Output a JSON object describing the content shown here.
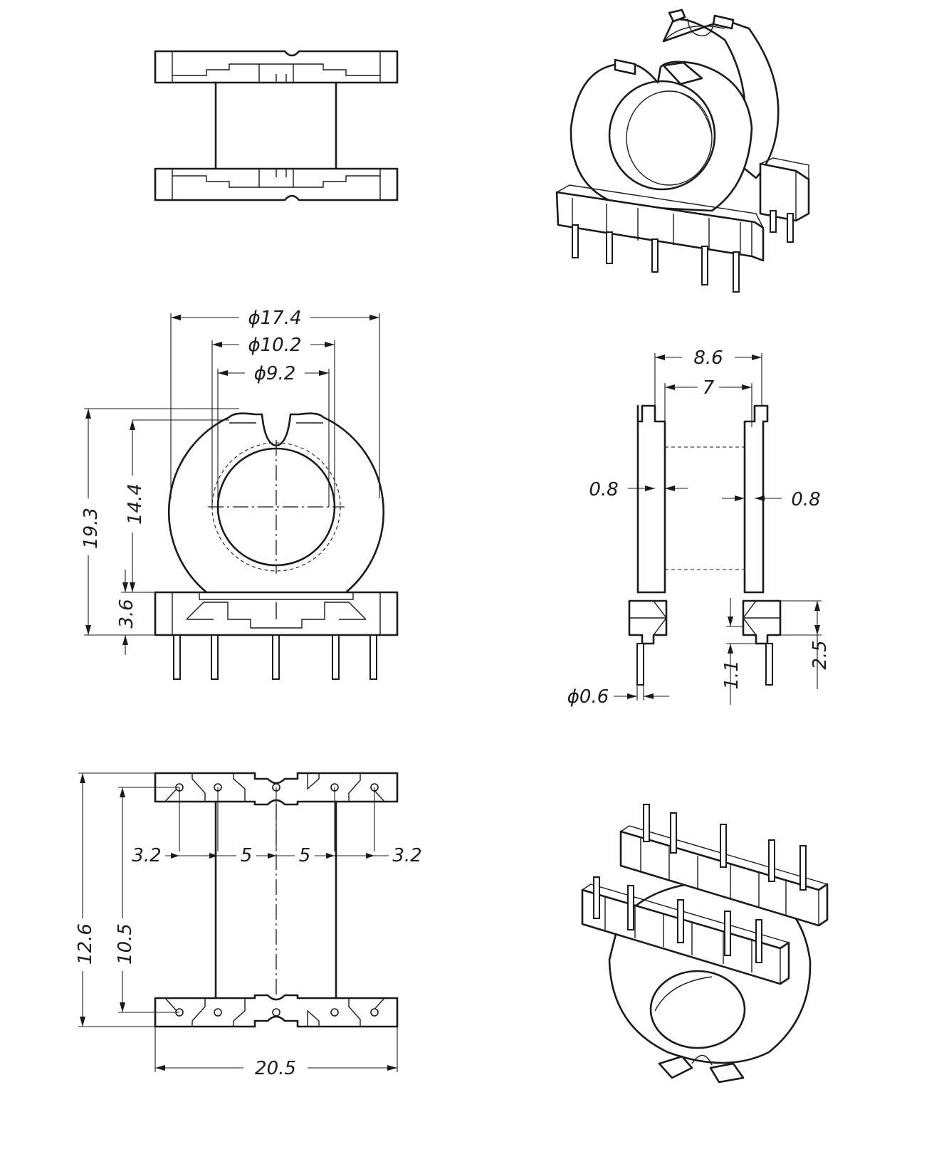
{
  "drawing": {
    "front_view": {
      "outer_diameter": "ϕ17.4",
      "flange_inner_diameter": "ϕ10.2",
      "bore_diameter": "ϕ9.2",
      "total_height": "19.3",
      "center_height": "14.4",
      "base_height": "3.6"
    },
    "side_view": {
      "overall_width": "8.6",
      "winding_width": "7",
      "left_flange_thickness": "0.8",
      "right_flange_thickness": "0.8",
      "base_height": "2.5",
      "standoff": "1.1",
      "pin_diameter": "ϕ0.6"
    },
    "bottom_view": {
      "pitch_outer_left": "3.2",
      "pitch_inner_left": "5",
      "pitch_inner_right": "5",
      "pitch_outer_right": "3.2",
      "row_span_outer": "12.6",
      "row_span_pins": "10.5",
      "overall_length": "20.5"
    }
  }
}
